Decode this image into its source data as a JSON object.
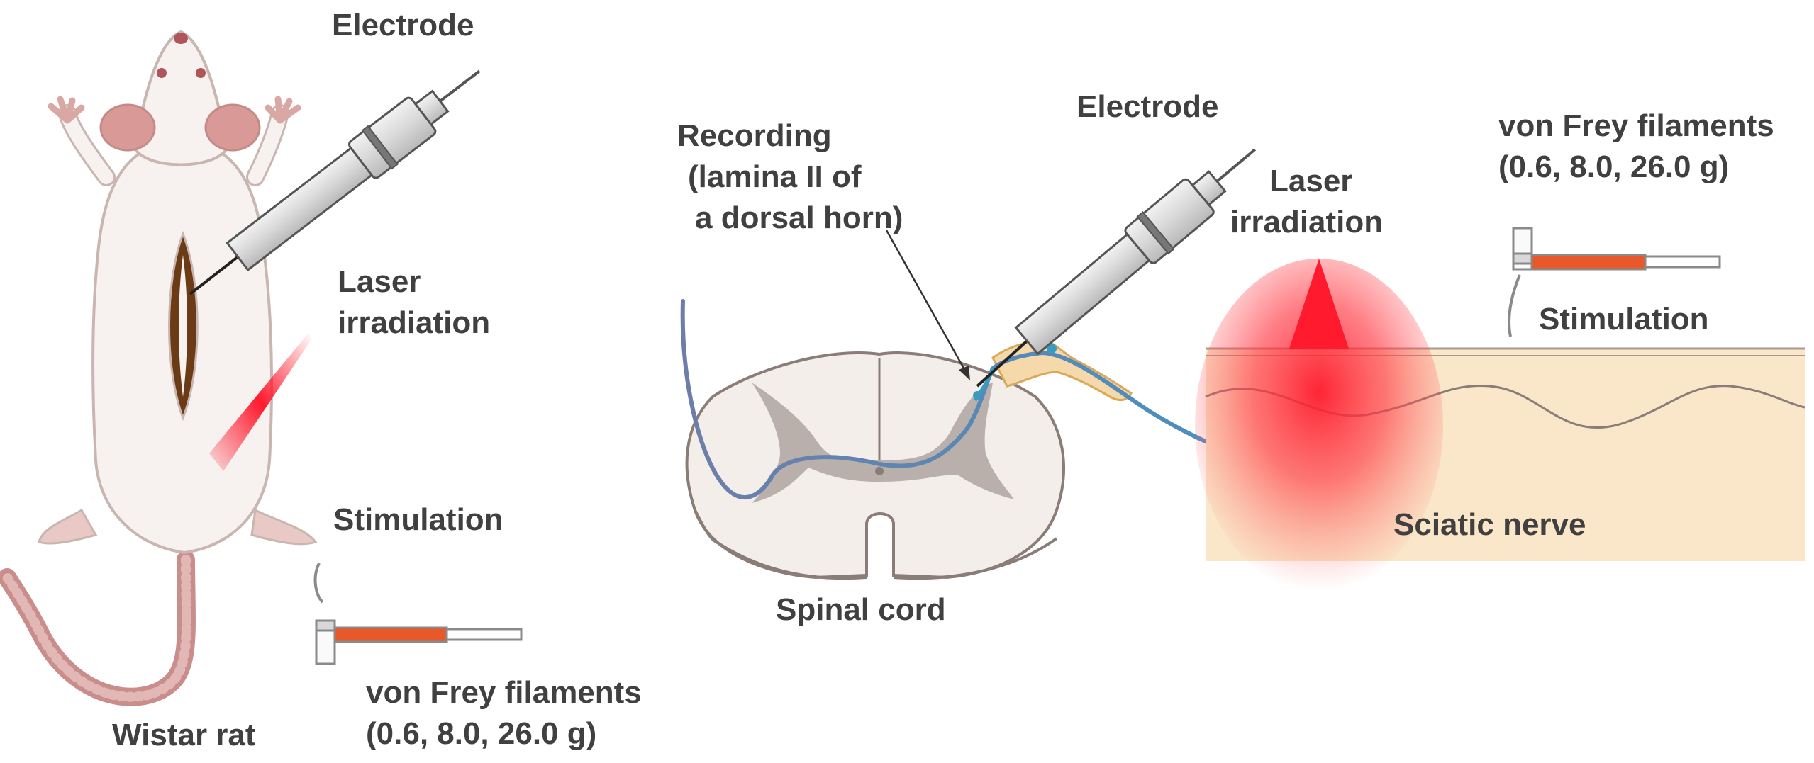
{
  "labels": {
    "electrode_left": "Electrode",
    "laser_left_1": "Laser",
    "laser_left_2": "irradiation",
    "stimulation_left": "Stimulation",
    "vonfrey_left_1": "von Frey filaments",
    "vonfrey_left_2": "(0.6, 8.0, 26.0 g)",
    "rat": "Wistar rat",
    "recording_1": "Recording",
    "recording_2": "(lamina II of",
    "recording_3": "a dorsal horn)",
    "electrode_mid": "Electrode",
    "laser_right_1": "Laser",
    "laser_right_2": "irradiation",
    "vonfrey_right_1": "von Frey filaments",
    "vonfrey_right_2": "(0.6, 8.0, 26.0 g)",
    "stimulation_right": "Stimulation",
    "spinal_cord": "Spinal cord",
    "sciatic_nerve": "Sciatic nerve"
  },
  "colors": {
    "label_text": "#404040",
    "rat_body": "#f7f1ef",
    "rat_outline": "#c9b6b1",
    "rat_ear": "#d99a97",
    "rat_tail": "#c98e8c",
    "incision": "#6b3b16",
    "laser_red": "#ff1a2e",
    "electrode_body": "#e0e0e0",
    "electrode_outline": "#555555",
    "filament_orange": "#e8582a",
    "nerve_blue": "#3a9bc0",
    "grey_matter": "#b3a9a5",
    "skin": "#fae6c8",
    "skin_outline": "#a89a90"
  }
}
